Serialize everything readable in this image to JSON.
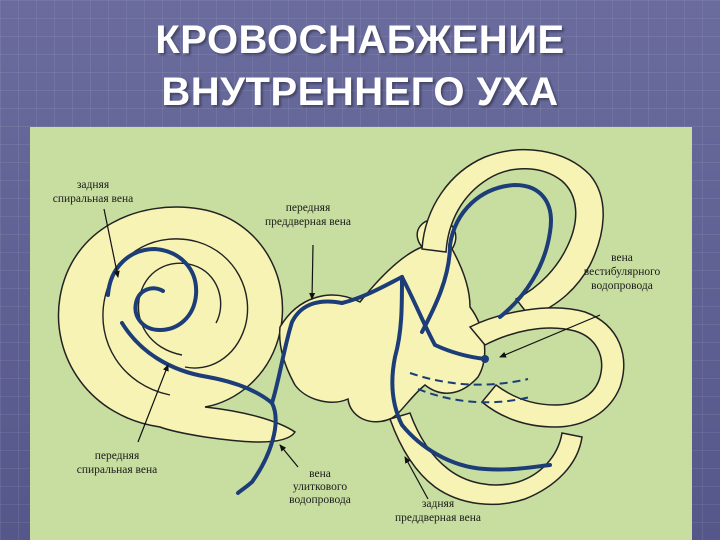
{
  "title": {
    "line1": "КРОВОСНАБЖЕНИЕ",
    "line2": "ВНУТРЕННЕГО УХА"
  },
  "labels": {
    "posterior_spiral_vein": [
      "задняя",
      "спиральная вена"
    ],
    "anterior_vestibular_vein": [
      "передняя",
      "преддверная вена"
    ],
    "vestibular_aqueduct_vein": [
      "вена",
      "вестибулярного",
      "водопровода"
    ],
    "anterior_spiral_vein": [
      "передняя",
      "спиральная вена"
    ],
    "cochlear_aqueduct_vein": [
      "вена",
      "улиткового",
      "водопровода"
    ],
    "posterior_vestibular_vein": [
      "задняя",
      "преддверная вена"
    ]
  },
  "colors": {
    "background": "#5f6192",
    "panel": "#c8dea0",
    "labyrinth": "#f6f3b4",
    "vein": "#1c3d78",
    "title": "#ffffff"
  }
}
